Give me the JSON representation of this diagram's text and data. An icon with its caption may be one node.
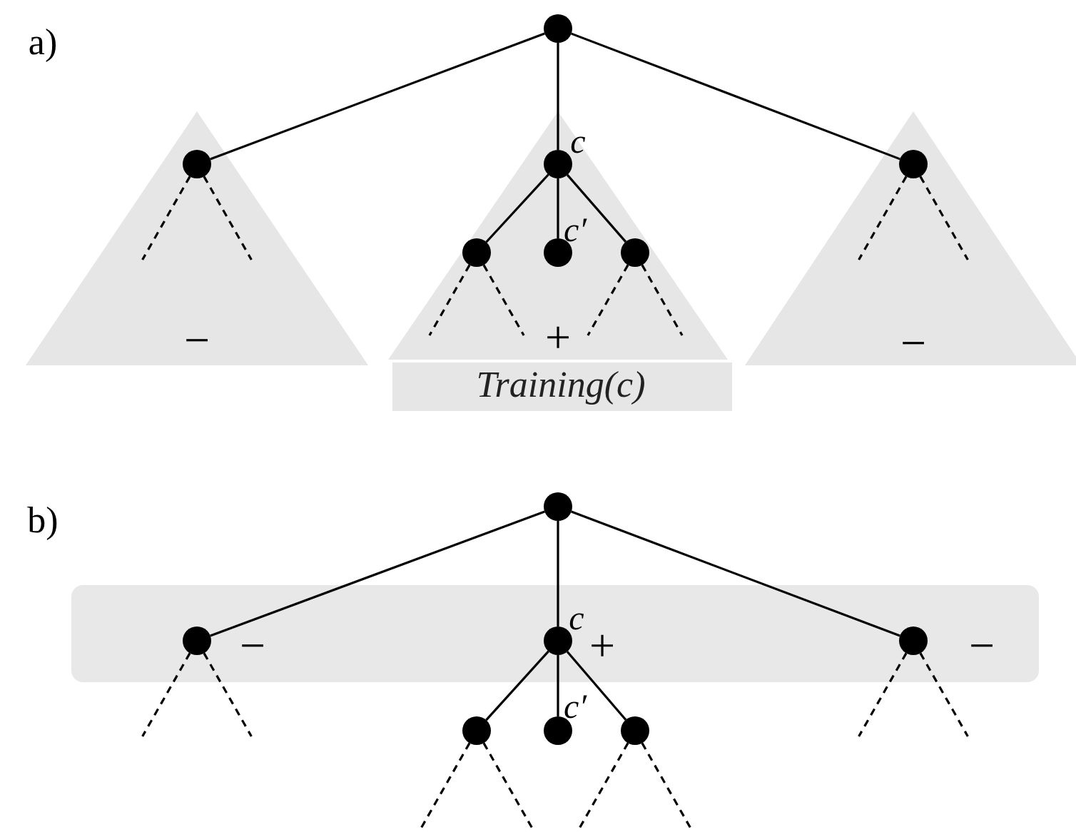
{
  "diagram": {
    "nodes": [
      {
        "text": [],
        "shape": "circle"
      },
      {
        "text": [
          "−"
        ]
      },
      {
        "text": [],
        "shape": "circle",
        "in": 1
      },
      {
        "text": [
          "+"
        ]
      },
      {
        "text": [],
        "shape": "circle",
        "in": 3,
        "beside": [
          "c"
        ]
      },
      {
        "text": [],
        "shape": "circle",
        "in": 3
      },
      {
        "text": [],
        "shape": "circle",
        "in": 3,
        "beside": [
          "c′"
        ]
      },
      {
        "text": [],
        "shape": "circle",
        "in": 3
      },
      {
        "text": [
          "−"
        ]
      },
      {
        "text": [],
        "shape": "circle",
        "in": 8
      },
      {
        "text": [
          "Training(c)"
        ]
      },
      {
        "text": [],
        "shape": "circle"
      },
      {
        "text": [],
        "shape": "box"
      },
      {
        "text": [],
        "shape": "circle",
        "in": 12,
        "beside": [
          "−"
        ]
      },
      {
        "text": [],
        "shape": "circle",
        "in": 12,
        "beside": [
          "c",
          "+"
        ]
      },
      {
        "text": [],
        "shape": "circle",
        "in": 12,
        "beside": [
          "−"
        ]
      },
      {
        "text": [],
        "shape": "circle"
      },
      {
        "text": [],
        "shape": "circle",
        "beside": [
          "c′"
        ]
      },
      {
        "text": [],
        "shape": "circle"
      }
    ],
    "edges": [
      {
        "from": 0,
        "to": 2,
        "arrow": "none"
      },
      {
        "from": 0,
        "to": 4,
        "arrow": "none"
      },
      {
        "from": 0,
        "to": 9,
        "arrow": "none"
      },
      {
        "from": 4,
        "to": 5,
        "arrow": "none"
      },
      {
        "from": 4,
        "to": 6,
        "arrow": "none"
      },
      {
        "from": 4,
        "to": 7,
        "arrow": "none"
      },
      {
        "from": 2,
        "to": null,
        "arrow": "none",
        "style": "dashed"
      },
      {
        "from": 2,
        "to": null,
        "arrow": "none",
        "style": "dashed"
      },
      {
        "from": 5,
        "to": null,
        "arrow": "none",
        "style": "dashed"
      },
      {
        "from": 5,
        "to": null,
        "arrow": "none",
        "style": "dashed"
      },
      {
        "from": 7,
        "to": null,
        "arrow": "none",
        "style": "dashed"
      },
      {
        "from": 7,
        "to": null,
        "arrow": "none",
        "style": "dashed"
      },
      {
        "from": 9,
        "to": null,
        "arrow": "none",
        "style": "dashed"
      },
      {
        "from": 9,
        "to": null,
        "arrow": "none",
        "style": "dashed"
      },
      {
        "from": 11,
        "to": 13,
        "arrow": "none"
      },
      {
        "from": 11,
        "to": 14,
        "arrow": "none"
      },
      {
        "from": 11,
        "to": 15,
        "arrow": "none"
      },
      {
        "from": 14,
        "to": 16,
        "arrow": "none"
      },
      {
        "from": 14,
        "to": 17,
        "arrow": "none"
      },
      {
        "from": 14,
        "to": 18,
        "arrow": "none"
      },
      {
        "from": 13,
        "to": null,
        "arrow": "none",
        "style": "dashed"
      },
      {
        "from": 13,
        "to": null,
        "arrow": "none",
        "style": "dashed"
      },
      {
        "from": 16,
        "to": null,
        "arrow": "none",
        "style": "dashed"
      },
      {
        "from": 16,
        "to": null,
        "arrow": "none",
        "style": "dashed"
      },
      {
        "from": 18,
        "to": null,
        "arrow": "none",
        "style": "dashed"
      },
      {
        "from": 18,
        "to": null,
        "arrow": "none",
        "style": "dashed"
      },
      {
        "from": 15,
        "to": null,
        "arrow": "none",
        "style": "dashed"
      },
      {
        "from": 15,
        "to": null,
        "arrow": "none",
        "style": "dashed"
      }
    ],
    "labels": [
      "a)",
      "b)"
    ]
  }
}
